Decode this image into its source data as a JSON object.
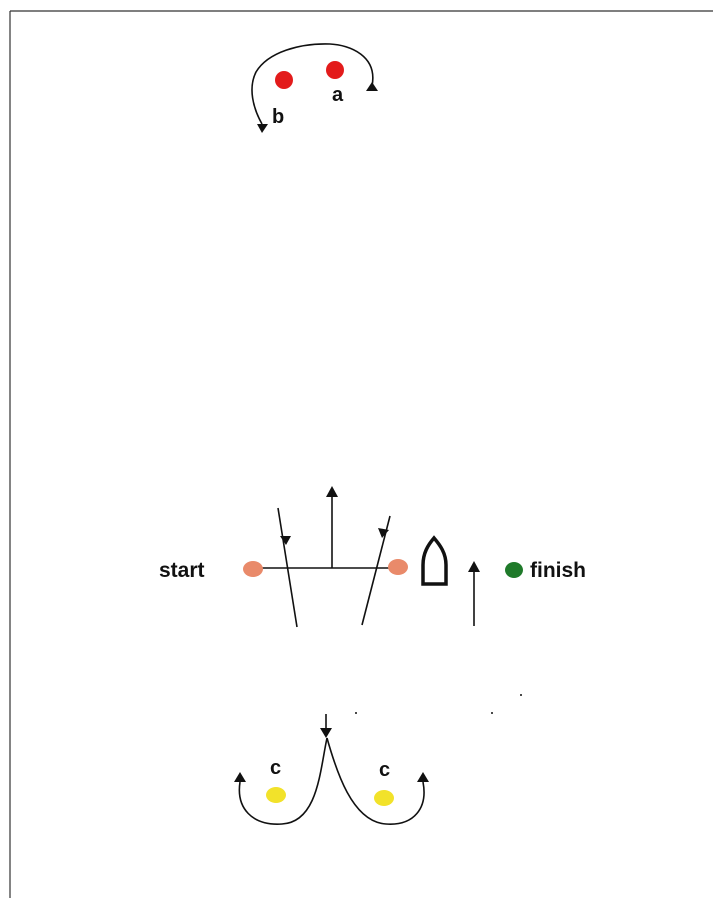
{
  "labels": {
    "mark_a": "a",
    "mark_b": "b",
    "mark_c_left": "c",
    "mark_c_right": "c",
    "start": "start",
    "finish": "finish"
  },
  "colors": {
    "top_marks": "#e31b1b",
    "start_line_marks": "#e98a6a",
    "finish_mark": "#1f7a2a",
    "bottom_marks": "#f2e22a",
    "lines": "#111111"
  },
  "icons": {
    "boat": "boat-icon"
  }
}
